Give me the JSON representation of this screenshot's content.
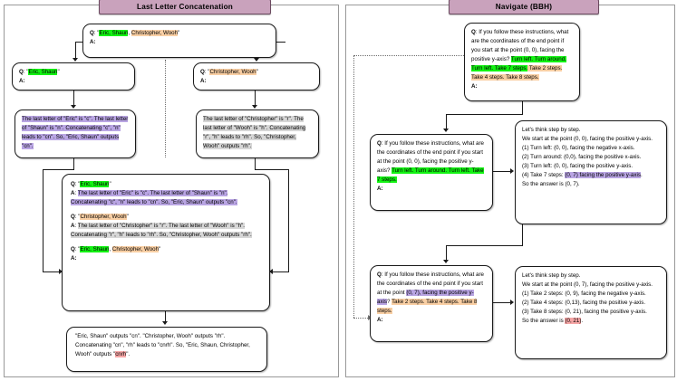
{
  "panels": {
    "left": {
      "title": "Last Letter Concatenation",
      "boxes": {
        "root": {
          "q_label": "Q",
          "q_prefix": ": \"",
          "q_g": "Eric, Shaun",
          "q_mid": ", ",
          "q_o": "Christopher, Wooh",
          "q_suffix": "\"",
          "a_label": "A:"
        },
        "sub_left_q": {
          "q_label": "Q",
          "q_prefix": ": \"",
          "q_g": "Eric, Shaun",
          "q_suffix": "\"",
          "a_label": "A:"
        },
        "sub_right_q": {
          "q_label": "Q",
          "q_prefix": ": \"",
          "q_o": "Christopher, Wooh",
          "q_suffix": "\"",
          "a_label": "A:"
        },
        "sub_left_a": {
          "text": "The last letter of \"Eric\" is \"c\". The last letter of \"Shaun\" is \"n\". Concatenating \"c\", \"n\" leads to \"cn\". So, \"Eric, Shaun\" outputs \"cn\"."
        },
        "sub_right_a": {
          "text": "The last letter of \"Christopher\" is \"r\". The last letter of \"Wooh\" is \"h\". Concatenating \"r\", \"h\" leads to \"rh\". So, \"Christopher, Wooh\" outputs \"rh\"."
        },
        "merged": {
          "q1_label": "Q",
          "q1_prefix": ": \"",
          "q1_g": "Eric, Shaun",
          "q1_suffix": "\"",
          "a1_label": "A",
          "a1_colon": ": ",
          "a1_text": "The last letter of \"Eric\" is \"c\". The last letter of \"Shaun\" is \"n\". Concatenating \"c\", \"n\" leads to \"cn\". So, \"Eric, Shaun\" outputs \"cn\".",
          "q2_label": "Q",
          "q2_prefix": ": \"",
          "q2_o": "Christopher, Wooh",
          "q2_suffix": "\"",
          "a2_label": "A",
          "a2_colon": ": ",
          "a2_text": "The last letter of \"Christopher\" is \"r\". The last letter of \"Wooh\" is \"h\". Concatenating \"r\", \"h\" leads to \"rh\". So, \"Christopher, Wooh\" outputs \"rh\".",
          "q3_label": "Q",
          "q3_prefix": ": \"",
          "q3_g": "Eric, Shaun",
          "q3_mid": ", ",
          "q3_o": "Christopher, Wooh",
          "q3_suffix": "\"",
          "a3_label": "A:"
        },
        "final": {
          "part1": "\"Eric, Shaun\" outputs \"cn\". \"Christopher, Wooh\" outputs \"rh\". Concatenating \"cn\", \"rh\" leads to \"cnrh\". So,  \"Eric, Shaun, Christopher, Wooh\" outputs \"",
          "answer": "cnrh",
          "part2": "\"."
        }
      }
    },
    "right": {
      "title": "Navigate (BBH)",
      "boxes": {
        "root": {
          "q_label": "Q",
          "q_text": ": If you follow these instructions, what are the coordinates of the end point if you start at the point (0, 0), facing the positive y-axis? ",
          "hl_green": "Turn left. Turn around. Turn left. Take 7 steps.",
          "hl_orange": " Take 2 steps. Take 4 steps. Take 8 steps.",
          "a_label": "A:"
        },
        "step1_q": {
          "q_label": "Q",
          "q_text": ": If you follow these instructions, what are the coordinates of the end point if you start at the point (0, 0), facing the positive y-axis? ",
          "hl_green": "Turn left. Turn around. Turn left. Take 7 steps.",
          "a_label": "A:"
        },
        "step1_a": {
          "l1": "Let's think step by step.",
          "l2": "We start at the point (0, 0), facing the positive y-axis.",
          "l3": "(1) Turn left: (0, 0), facing the negative x-axis.",
          "l4": "(2) Turn around: (0,0), facing the positive x-axis.",
          "l5": "(3) Turn left: (0, 0), facing the positive y-axis.",
          "l6_pre": "(4) Take 7 steps: ",
          "l6_hl": "(0, 7) facing the positive y-axis",
          "l6_post": ".",
          "l7": "So the answer is (0, 7)."
        },
        "step2_q": {
          "q_label": "Q",
          "q_text": ": If you follow these instructions, what are the coordinates of the end point if you start at the point ",
          "hl_purple": "(0, 7), facing the positive y-axis",
          "q_mid": "? ",
          "hl_orange": "Take 2 steps. Take 4 steps. Take 8 steps.",
          "a_label": "A:"
        },
        "step2_a": {
          "l1": "Let's think step by step.",
          "l2": "We start at the point (0, 7), facing the positive y-axis.",
          "l3": "(1) Take 2 steps: (0, 9), facing the negative y-axis.",
          "l4": "(2) Take 4 steps: (0,13), facing the positive y-axis.",
          "l5": "(3) Take 8 steps: (0, 21), facing the positive y-axis.",
          "l6_pre": "So the answer is ",
          "l6_hl": "(0, 21)",
          "l6_post": "."
        }
      }
    }
  },
  "colors": {
    "highlight_green": "#13f313",
    "highlight_orange": "#f9cfa4",
    "highlight_purple": "#b9a5e3",
    "highlight_gray": "#d6d6d6",
    "highlight_red": "#f6a6a6",
    "title_badge": "#c9a2bc"
  }
}
